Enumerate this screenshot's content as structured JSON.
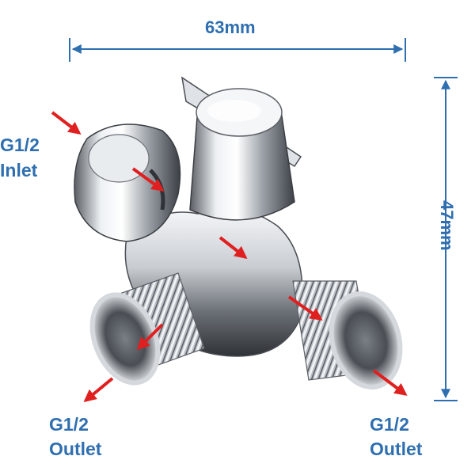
{
  "dimensions": {
    "width_label": "63mm",
    "height_label": "47mm"
  },
  "ports": {
    "inlet": {
      "size": "G1/2",
      "role": "Inlet"
    },
    "outlet_left": {
      "size": "G1/2",
      "role": "Outlet"
    },
    "outlet_right": {
      "size": "G1/2",
      "role": "Outlet"
    }
  },
  "colors": {
    "dimension_blue": "#2f6fb0",
    "label_blue": "#2f6fb0",
    "flow_arrow_red": "#e02020",
    "chrome_light": "#f4f6f8",
    "chrome_dark": "#3a3d42"
  }
}
